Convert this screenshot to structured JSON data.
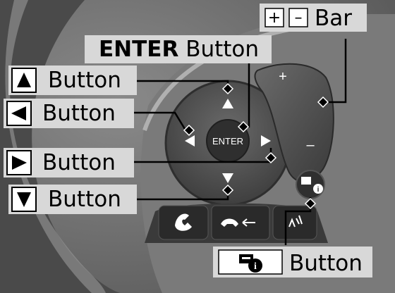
{
  "callouts": {
    "bar": {
      "plus": "+",
      "minus": "–",
      "label": "Bar"
    },
    "enter": {
      "bold": "ENTER",
      "label": "Button"
    },
    "up": {
      "label": "Button",
      "icon": "up-triangle-icon"
    },
    "left": {
      "label": "Button",
      "icon": "left-triangle-icon"
    },
    "right": {
      "label": "Button",
      "icon": "right-triangle-icon"
    },
    "down": {
      "label": "Button",
      "icon": "down-triangle-icon"
    },
    "info": {
      "label": "Button",
      "icon": "window-info-icon"
    }
  },
  "controls": {
    "enter_text": "ENTER",
    "volume_plus": "+",
    "volume_minus": "–"
  },
  "colors": {
    "background": "#6e6e6e",
    "label_box": "#d8d8d8",
    "key": "#ffffff",
    "pointer": "#000000"
  }
}
